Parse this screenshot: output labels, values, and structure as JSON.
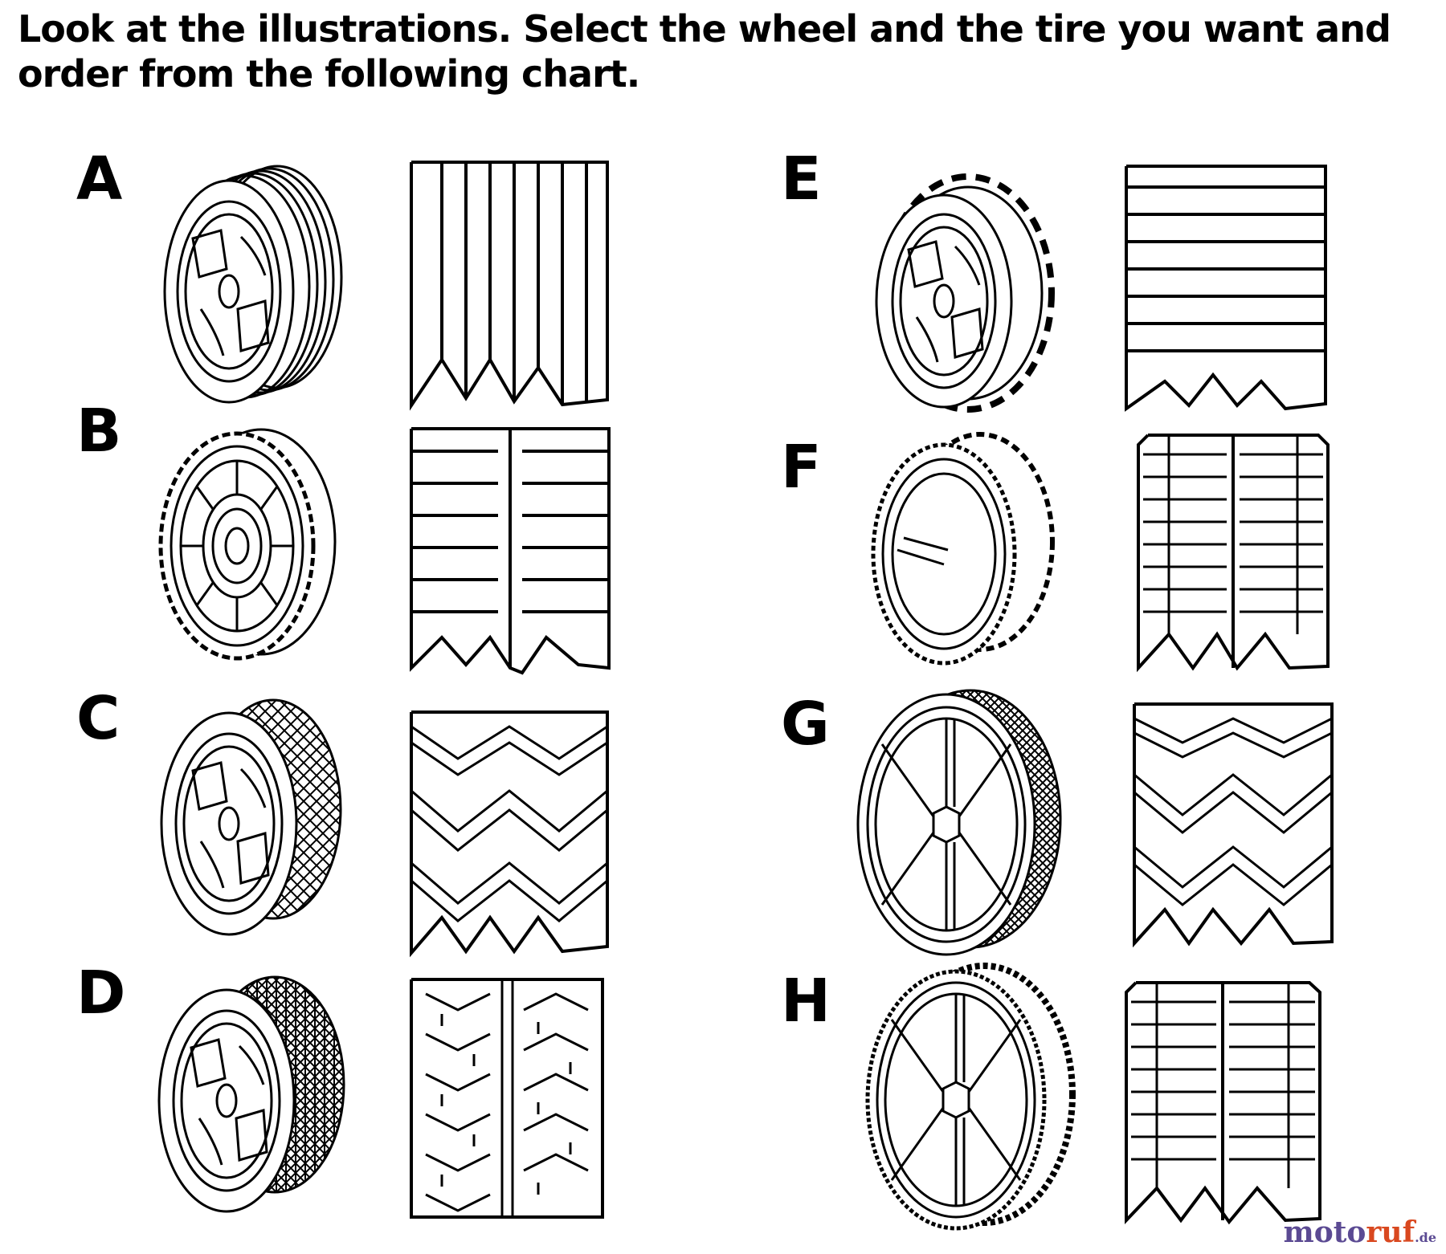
{
  "instructions": "Look at the illustrations. Select the wheel and the tire you want and order from the following chart.",
  "options": [
    {
      "letter": "A",
      "wheel": "hubcap-wheel-with-rib-tire",
      "tread": "longitudinal-rib-tread"
    },
    {
      "letter": "B",
      "wheel": "spoked-wheel-with-block-tire",
      "tread": "split-horizontal-bar-tread"
    },
    {
      "letter": "C",
      "wheel": "hubcap-wheel-with-diamond-tire",
      "tread": "chevron-tread"
    },
    {
      "letter": "D",
      "wheel": "hubcap-wheel-with-knobby-tire",
      "tread": "arrow-knob-tread"
    },
    {
      "letter": "E",
      "wheel": "hubcap-wheel-with-cleated-tire",
      "tread": "horizontal-bar-tread"
    },
    {
      "letter": "F",
      "wheel": "solid-disc-wheel-with-lug-tire",
      "tread": "split-lug-tread"
    },
    {
      "letter": "G",
      "wheel": "six-spoke-wheel-with-diamond-tire",
      "tread": "chevron-tread"
    },
    {
      "letter": "H",
      "wheel": "six-spoke-wheel-with-lug-tire",
      "tread": "split-lug-tread"
    }
  ],
  "watermark": {
    "part1": "moto",
    "part2": "ruf",
    "part3": ".de"
  }
}
